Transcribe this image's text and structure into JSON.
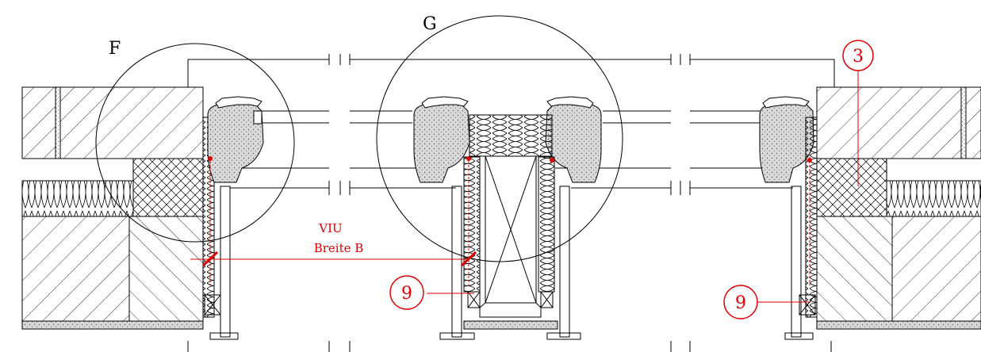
{
  "detail_labels": {
    "F": "F",
    "G": "G"
  },
  "annotation": {
    "line1": "VIU",
    "line2": "Breite B"
  },
  "callouts": [
    {
      "id": "c3",
      "text": "3"
    },
    {
      "id": "c9a",
      "text": "9"
    },
    {
      "id": "c9b",
      "text": "9"
    }
  ],
  "colors": {
    "ink": "#000000",
    "annotation": "#e00000",
    "fill_stipple": "#d9d9d9"
  }
}
